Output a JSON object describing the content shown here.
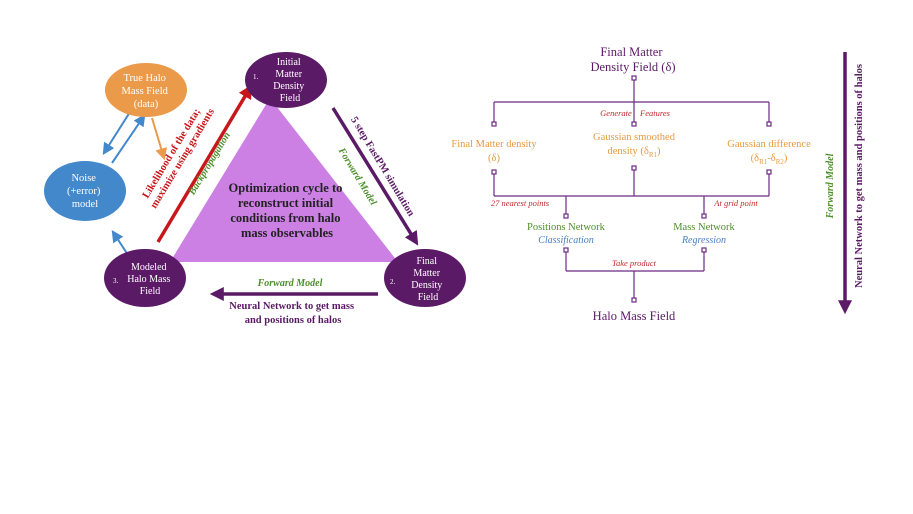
{
  "cycle": {
    "center_text": [
      "Optimization cycle to",
      "reconstruct initial",
      "conditions from halo",
      "mass observables"
    ],
    "node_initial": {
      "number": "1.",
      "lines": [
        "Initial",
        "Matter",
        "Density",
        "Field"
      ]
    },
    "node_final": {
      "number": "2.",
      "lines": [
        "Final",
        "Matter",
        "Density",
        "Field"
      ]
    },
    "node_modeled": {
      "number": "3.",
      "lines": [
        "Modeled",
        "Halo Mass",
        "Field"
      ]
    },
    "node_true_halo": {
      "lines": [
        "True Halo",
        "Mass Field",
        "(data)"
      ]
    },
    "node_noise": {
      "lines": [
        "Noise",
        "(+error)",
        "model"
      ]
    },
    "label_fastpm": "5 step FastPM simulation",
    "label_forward_right": "Forward Model",
    "label_likelihood": [
      "Likelihood of the data;",
      "maximize using gradients"
    ],
    "label_backprop": "Backpropagation",
    "label_forward_bottom": "Forward Model",
    "label_nn_bottom": [
      "Neural Network to get mass",
      "and positions of halos"
    ]
  },
  "network": {
    "title": [
      "Final Matter",
      "Density Field (δ)"
    ],
    "generate_label": "Generate",
    "features_label": "Features",
    "feature_1": {
      "lines": [
        "Final Matter density"
      ],
      "symbol": "(δ)"
    },
    "feature_2": {
      "lines": [
        "Gaussian smoothed",
        "density"
      ],
      "symbol": "(δ",
      "sub": "R1",
      "close": ")"
    },
    "feature_3": {
      "lines": [
        "Gaussian difference"
      ],
      "symbol": "(δ",
      "sub1": "R1",
      "mid": "-δ",
      "sub2": "R2",
      "close": ")"
    },
    "nearest_label": "27 nearest points",
    "grid_label": "At grid point",
    "positions_network": "Positions Network",
    "classification": "Classification",
    "mass_network": "Mass Network",
    "regression": "Regression",
    "product_label": "Take product",
    "output": "Halo Mass Field",
    "side_forward_label": "Forward Model",
    "side_nn_label": "Neural Network to get mass and positions of halos"
  },
  "colors": {
    "purple_dark": "#5b1a66",
    "triangle": "#cc80e4",
    "orange": "#eb9a4a",
    "blue": "#4388cb",
    "red": "#c8171a",
    "green": "#4d8f2a",
    "line_purple": "#6a2a82",
    "feature_orange": "#e79a3f",
    "label_red": "#c32a2a",
    "reg_blue": "#4a7fc1"
  }
}
